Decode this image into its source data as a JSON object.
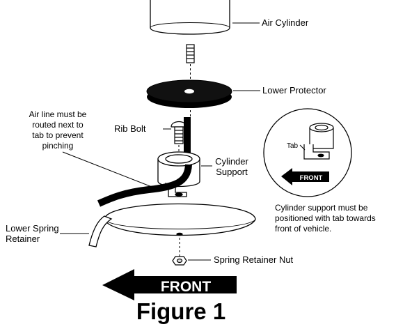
{
  "labels": {
    "air_cylinder": "Air Cylinder",
    "lower_protector": "Lower Protector",
    "air_line_note": [
      "Air line must be",
      "routed next to",
      "tab to prevent",
      "pinching"
    ],
    "rib_bolt": "Rib Bolt",
    "cylinder_support": [
      "Cylinder",
      "Support"
    ],
    "tab": "Tab",
    "inset_front": "FRONT",
    "inset_note": [
      "Cylinder support must be",
      "positioned with tab towards",
      "front of vehicle."
    ],
    "lower_spring_retainer": [
      "Lower Spring",
      "Retainer"
    ],
    "spring_retainer_nut": "Spring Retainer Nut",
    "front_arrow": "FRONT"
  },
  "figure_title": "Figure 1",
  "colors": {
    "ink": "#000000",
    "paper": "#ffffff"
  }
}
